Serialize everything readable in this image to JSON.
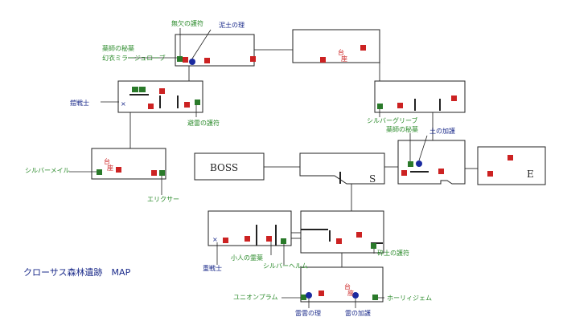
{
  "title": "クローサス森林遺跡　MAP",
  "rooms": {
    "boss": "BOSS",
    "start": "S",
    "end": "E"
  },
  "altar": [
    "台",
    "座"
  ],
  "cross": "×",
  "labels": {
    "mukyu": "無欠の護符",
    "deido": "泥土の理",
    "yakushi1": "薬師の秘薬",
    "genei": "幻衣ミラージュローブ",
    "yosenshi": "鎧戦士",
    "hirai": "避雷の護符",
    "silver_mail": "シルバーメイル",
    "elixir": "エリクサー",
    "silver_glove": "シルバーグリーブ",
    "yakushi2": "薬師の秘薬",
    "tsuchi_kago": "土の加護",
    "jusenshi": "重戦士",
    "kobito": "小人の霊薬",
    "silver_helm": "シルバーヘルム",
    "saido": "砕土の護符",
    "union_plum": "ユニオンプラム",
    "raiun": "雷雲の理",
    "kaminari_kago": "雷の加護",
    "holy_gem": "ホーリィジェム"
  },
  "colors": {
    "red_chest": "#cc2222",
    "green_chest": "#2a7a2a",
    "blue_orb": "#1a2aa0",
    "wall": "#222222",
    "room_fill": "#ffffff",
    "connector": "#888888"
  }
}
